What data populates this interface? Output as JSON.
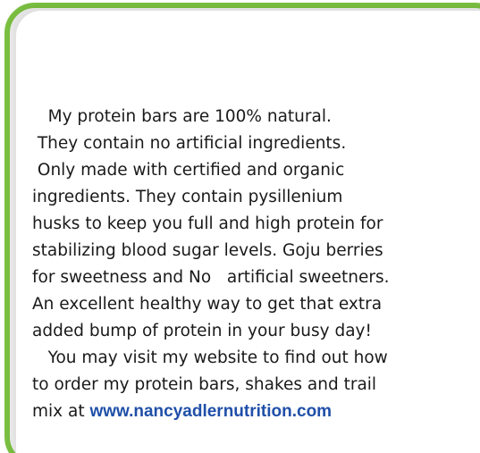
{
  "panel": {
    "border_color": "#7cc242"
  },
  "body_text": {
    "lines": [
      "   My protein bars are 100% natural.",
      " They contain no artificial ingredients.",
      " Only made with certified and organic",
      "ingredients. They contain pysillenium",
      "husks to keep you full and high protein for",
      "stabilizing blood sugar levels. Goju berries",
      "for sweetness and No   artificial sweetners.",
      "An excellent healthy way to get that extra",
      "added bump of protein in your busy day!",
      "   You may visit my website to find out how",
      "to order my protein bars, shakes and trail"
    ],
    "last_line_prefix": "mix at ",
    "website_link": "www.nancyadlernutrition.com",
    "link_color": "#1f4fa8"
  }
}
